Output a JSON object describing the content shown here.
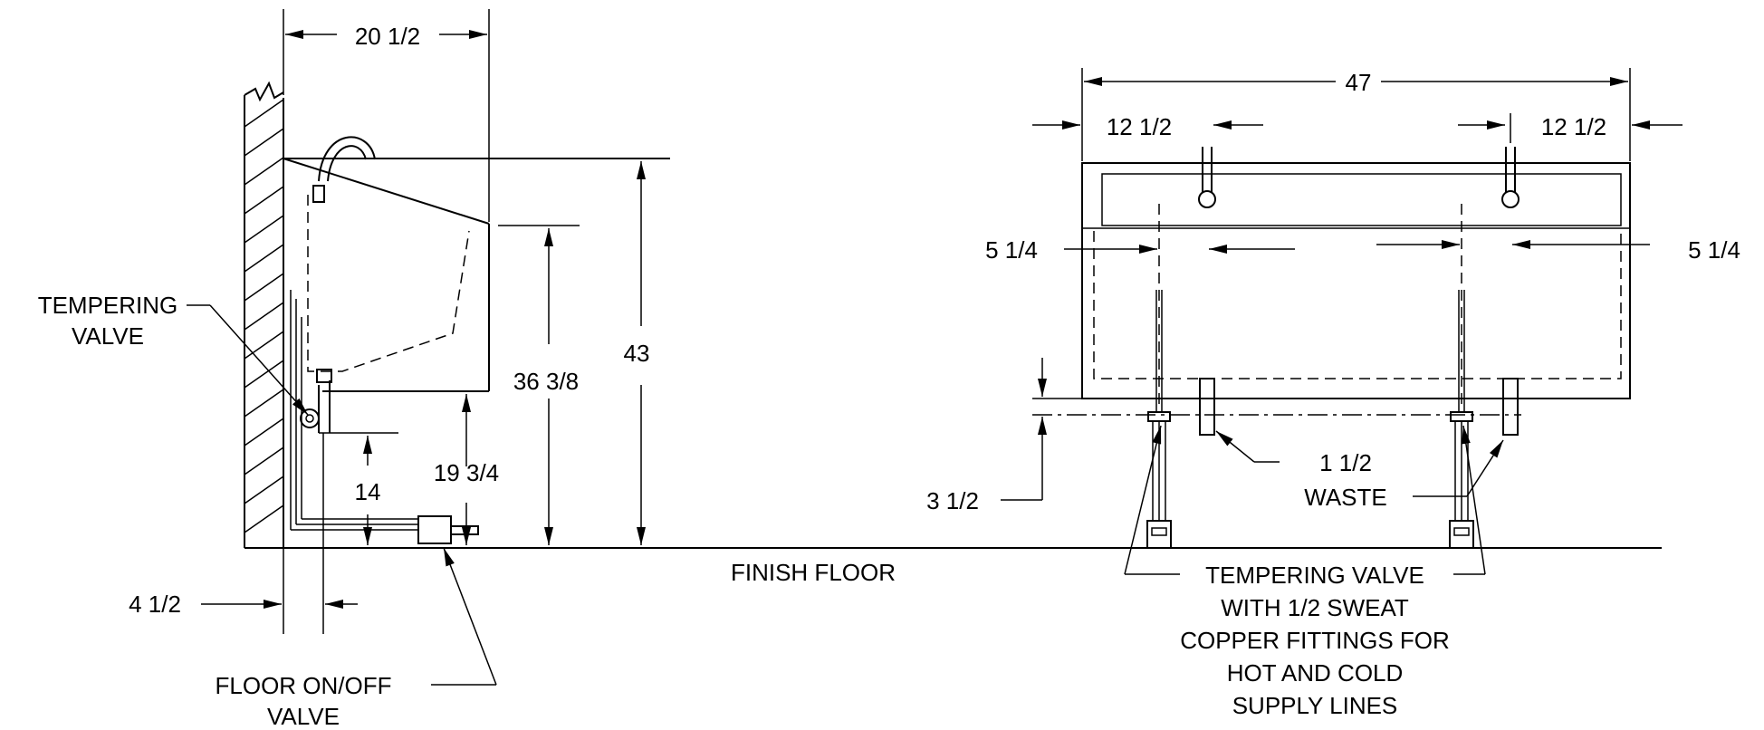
{
  "side_view": {
    "width_dim": "20 1/2",
    "height_dim": "43",
    "rim_dim": "36 3/8",
    "bowl_bottom_dim": "19 3/4",
    "valve_height_dim": "14",
    "wall_offset_dim": "4 1/2",
    "tempering_valve_line1": "TEMPERING",
    "tempering_valve_line2": "VALVE",
    "floor_valve_line1": "FLOOR ON/OFF",
    "floor_valve_line2": "VALVE"
  },
  "floor_label": "FINISH FLOOR",
  "front_view": {
    "overall_dim": "47",
    "left_faucet_dim": "12 1/2",
    "right_faucet_dim": "12 1/2",
    "left_valve_dim": "5 1/4",
    "right_valve_dim": "5 1/4",
    "drop_dim": "3 1/2",
    "waste_line1": "1 1/2",
    "waste_line2": "WASTE",
    "tv_note_line1": "TEMPERING VALVE",
    "tv_note_line2": "WITH 1/2 SWEAT",
    "tv_note_line3": "COPPER FITTINGS FOR",
    "tv_note_line4": "HOT AND COLD",
    "tv_note_line5": "SUPPLY LINES"
  }
}
